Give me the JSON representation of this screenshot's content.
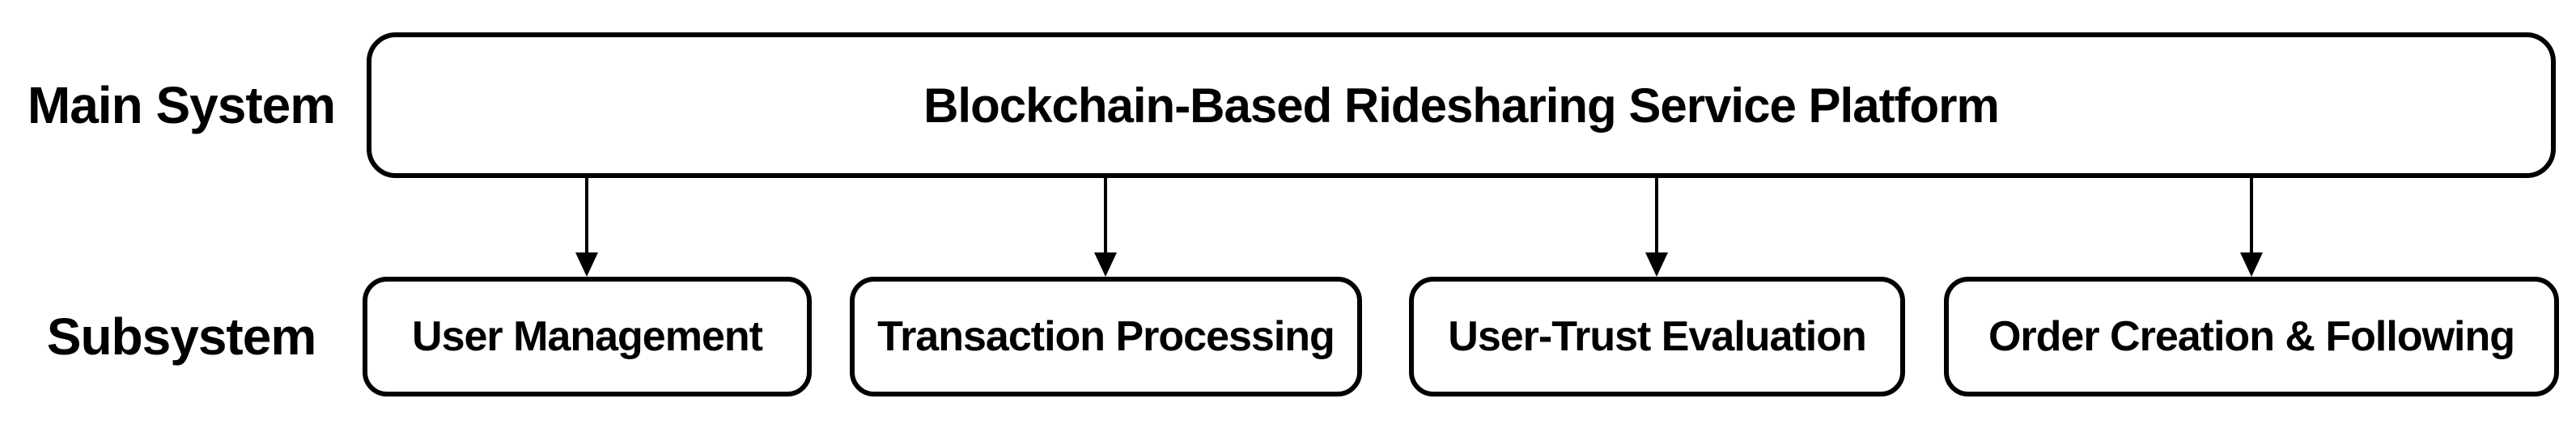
{
  "diagram": {
    "row_labels": {
      "main": "Main System",
      "sub": "Subsystem"
    },
    "main_system": {
      "label": "Blockchain-Based Ridesharing Service Platform"
    },
    "subsystems": [
      {
        "label": "User Management"
      },
      {
        "label": "Transaction Processing"
      },
      {
        "label": "User-Trust Evaluation"
      },
      {
        "label": "Order Creation & Following"
      }
    ],
    "colors": {
      "line": "#000000",
      "text": "#000000",
      "box_fill": "#ffffff",
      "background": "#ffffff"
    }
  }
}
